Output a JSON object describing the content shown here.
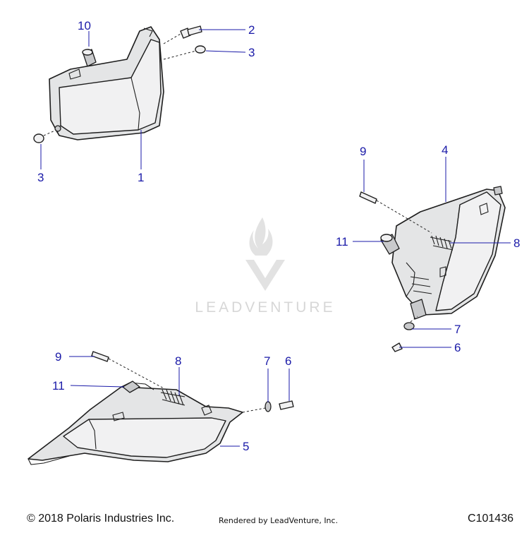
{
  "watermark": {
    "text": "LEADVENTURE"
  },
  "callouts": [
    {
      "id": "c10",
      "label": "10"
    },
    {
      "id": "c2",
      "label": "2"
    },
    {
      "id": "c3a",
      "label": "3"
    },
    {
      "id": "c3b",
      "label": "3"
    },
    {
      "id": "c1",
      "label": "1"
    },
    {
      "id": "c9a",
      "label": "9"
    },
    {
      "id": "c4",
      "label": "4"
    },
    {
      "id": "c11a",
      "label": "11"
    },
    {
      "id": "c8a",
      "label": "8"
    },
    {
      "id": "c7a",
      "label": "7"
    },
    {
      "id": "c6a",
      "label": "6"
    },
    {
      "id": "c9b",
      "label": "9"
    },
    {
      "id": "c8b",
      "label": "8"
    },
    {
      "id": "c7b",
      "label": "7"
    },
    {
      "id": "c6b",
      "label": "6"
    },
    {
      "id": "c11b",
      "label": "11"
    },
    {
      "id": "c5",
      "label": "5"
    }
  ],
  "footer": {
    "copyright": "© 2018 Polaris Industries Inc.",
    "rendered_by": "Rendered by LeadVenture, Inc.",
    "diagram_id": "C101436"
  }
}
